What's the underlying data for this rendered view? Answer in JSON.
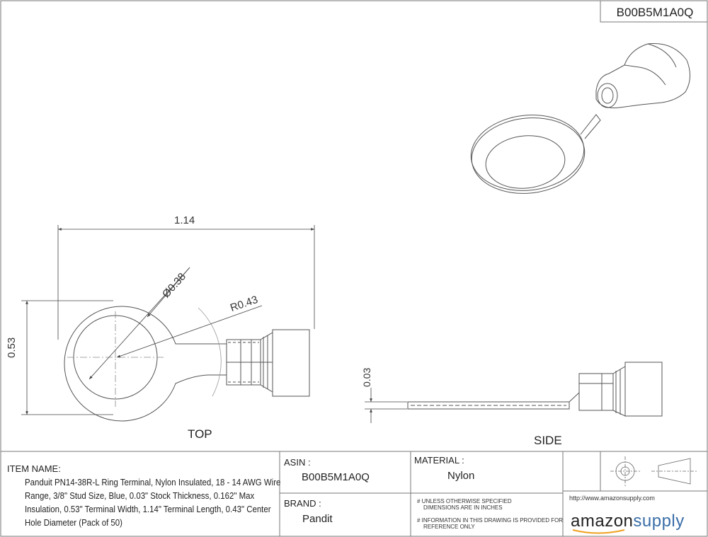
{
  "part_number": "B00B5M1A0Q",
  "dimensions": {
    "length": "1.14",
    "width": "0.53",
    "hole_diameter": "Ø0.38",
    "radius": "R0.43",
    "thickness": "0.03"
  },
  "views": {
    "top": "TOP",
    "side": "SIDE"
  },
  "title_block": {
    "item_name_label": "ITEM NAME:",
    "item_name_lines": [
      "Panduit PN14-38R-L Ring Terminal, Nylon Insulated, 18 - 14 AWG Wire",
      "Range, 3/8\" Stud Size, Blue, 0.03\" Stock Thickness, 0.162\" Max",
      "Insulation, 0.53\" Terminal Width, 1.14\" Terminal Length, 0.43\" Center",
      "Hole Diameter (Pack of 50)"
    ],
    "asin_label": "ASIN :",
    "asin_value": "B00B5M1A0Q",
    "brand_label": "BRAND :",
    "brand_value": "Pandit",
    "material_label": "MATERIAL :",
    "material_value": "Nylon",
    "note1_lines": [
      "# UNLESS OTHERWISE SPECIFIED",
      "DIMENSIONS ARE IN INCHES"
    ],
    "note2_lines": [
      "# INFORMATION IN THIS DRAWING IS PROVIDED FOR",
      "REFERENCE ONLY"
    ],
    "url": "http://www.amazonsupply.com",
    "logo_text_a": "amazon",
    "logo_text_b": "supply"
  }
}
